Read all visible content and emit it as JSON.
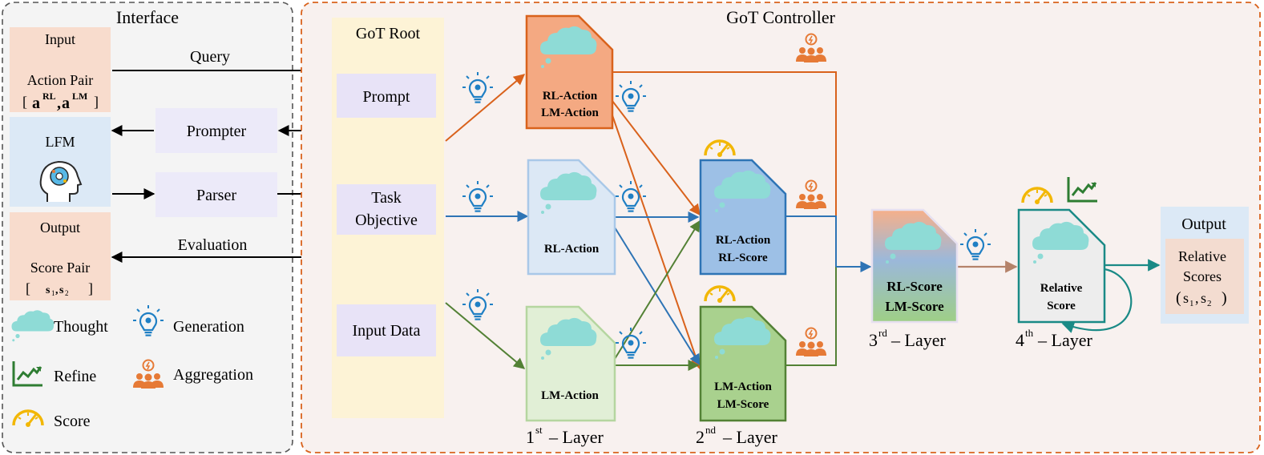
{
  "interface": {
    "title": "Interface",
    "input": {
      "title": "Input",
      "line1": "Action Pair",
      "pair_open": "[",
      "a1": "a",
      "a1_sup": "RL",
      "comma": ",",
      "a2": "a",
      "a2_sup": "LM",
      "pair_close": "]"
    },
    "lfm": {
      "title": "LFM"
    },
    "output": {
      "title": "Output",
      "line1": "Score Pair",
      "pair_open": "[",
      "s1": "s",
      "s1_sub": "1",
      "comma": ",",
      "s2": "s",
      "s2_sub": "2",
      "pair_close": "]"
    },
    "prompter": "Prompter",
    "parser": "Parser",
    "query_label": "Query",
    "evaluation_label": "Evaluation",
    "legend": {
      "thought": "Thought",
      "generation": "Generation",
      "refine": "Refine",
      "aggregation": "Aggregation",
      "score": "Score"
    }
  },
  "controller": {
    "title": "GoT Controller",
    "root": {
      "title": "GoT Root",
      "prompt": "Prompt",
      "task_line1": "Task",
      "task_line2": "Objective",
      "input_data": "Input Data"
    },
    "nodes": {
      "top_line1": "RL-Action",
      "top_line2": "LM-Action",
      "rl_action": "RL-Action",
      "lm_action": "LM-Action",
      "rl_score_line1": "RL-Action",
      "rl_score_line2": "RL-Score",
      "lm_score_line1": "LM-Action",
      "lm_score_line2": "LM-Score",
      "agg_line1": "RL-Score",
      "agg_line2": "LM-Score",
      "rel_line1": "Relative",
      "rel_line2": "Score"
    },
    "layers": {
      "l1_num": "1",
      "l1_sup": "st",
      "l1_text": " – Layer",
      "l2_num": "2",
      "l2_sup": "nd",
      "l2_text": " – Layer",
      "l3_num": "3",
      "l3_sup": "rd",
      "l3_text": " – Layer",
      "l4_num": "4",
      "l4_sup": "th",
      "l4_text": " – Layer"
    },
    "output": {
      "title": "Output",
      "line1": "Relative",
      "line2": "Scores",
      "paren_open": "(",
      "s1": "s",
      "s1_sub": "1",
      "comma": ",",
      "s2": "s",
      "s2_sub": "2",
      "paren_close": ")"
    }
  },
  "colors": {
    "orange": "#D9621C",
    "blue": "#2E74B5",
    "green": "#538135",
    "teal": "#1A8A86",
    "gold": "#F2B705",
    "gen_icon": "#1F7FC4",
    "agg_icon": "#E67A36",
    "cloud": "#8EDBD6"
  }
}
